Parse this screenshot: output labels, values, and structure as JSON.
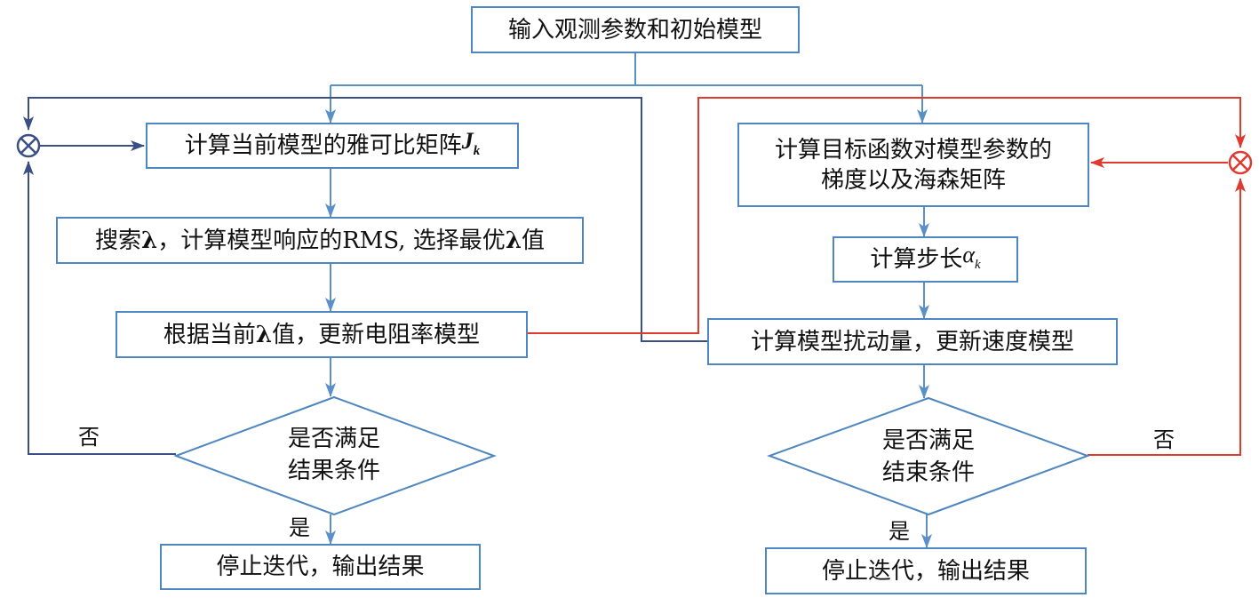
{
  "colors": {
    "box_border": "#4d86c0",
    "loop_left": "#3a4f86",
    "loop_right": "#e03a2f",
    "connector": "#5a8fc8"
  },
  "nodes": {
    "start": "输入观测参数和初始模型",
    "left": {
      "jacobian_prefix": "计算当前模型的雅可比矩阵",
      "jacobian_symbol": "J",
      "jacobian_sub": "k",
      "search_a": "搜索",
      "search_b": "，计算模型响应的RMS, 选择最优",
      "search_c": "值",
      "lambda": "λ",
      "update_a": "根据当前",
      "update_b": "值，更新电阻率模型",
      "decision": "是否满足\n结果条件",
      "stop": "停止迭代，输出结果"
    },
    "right": {
      "gradient": "计算目标函数对模型参数的\n梯度以及海森矩阵",
      "step_prefix": "计算步长",
      "step_symbol": "α",
      "step_sub": "k",
      "perturb": "计算模型扰动量，更新速度模型",
      "decision": "是否满足\n结束条件",
      "stop": "停止迭代，输出结果"
    }
  },
  "labels": {
    "left_no": "否",
    "left_yes": "是",
    "right_no": "否",
    "right_yes": "是"
  },
  "icons": {
    "left_junction": "summing-junction-icon",
    "right_junction": "summing-junction-icon"
  }
}
